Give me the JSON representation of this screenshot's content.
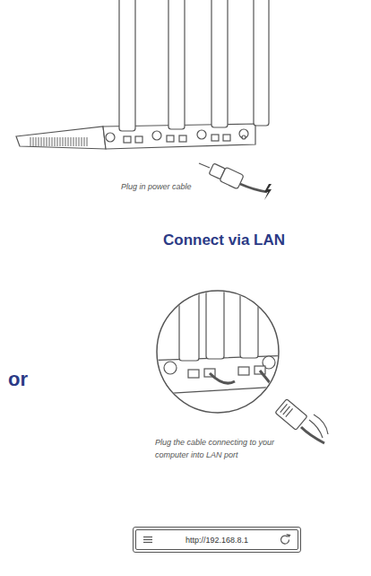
{
  "diagram": {
    "title": "Connect via LAN",
    "nodes": [
      {
        "text": [
          "http://192.168.8.1"
        ]
      }
    ],
    "labels": [
      "Plug in power cable",
      "or",
      "Plug the cable connecting to your computer into LAN port"
    ]
  }
}
